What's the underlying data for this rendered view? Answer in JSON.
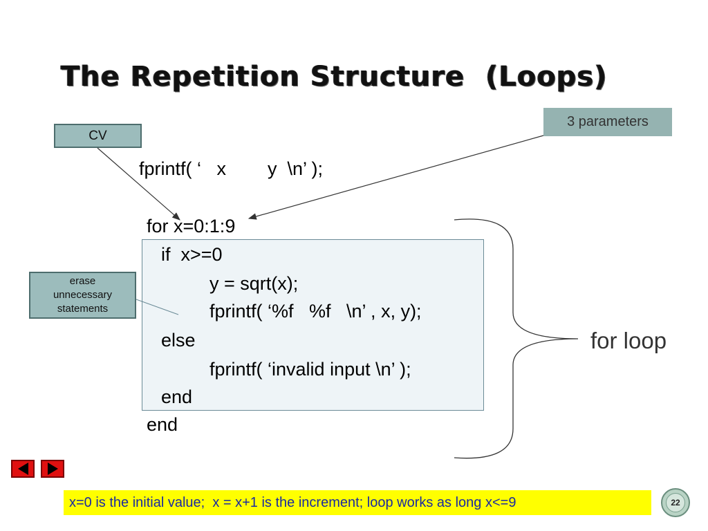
{
  "slide": {
    "title": "The Repetition Structure  (Loops)",
    "page_number": "22"
  },
  "callouts": {
    "cv": "CV",
    "params": "3 parameters",
    "erase_line1": "erase",
    "erase_line2": "unnecessary",
    "erase_line3": "statements"
  },
  "code": {
    "header": "fprintf( ‘   x        y  \\n’ );",
    "for_line": "for x=0:1:9",
    "if_line": "if  x>=0",
    "assign_line": "y = sqrt(x);",
    "fprintf_line": "fprintf( ‘%f   %f   \\n’ , x, y);",
    "else_line": "else",
    "invalid_line": "fprintf( ‘invalid input \\n’ );",
    "end_inner": "end",
    "end_outer": "end"
  },
  "brace_label": "for loop",
  "footer_note": "x=0 is the initial value;  x = x+1 is the increment; loop works as long x<=9",
  "colors": {
    "callout_fill": "#9cbcbc",
    "if_box_fill": "#eef4f7",
    "footer_fill": "#ffff00",
    "footer_text": "#1a2aa0",
    "nav_button": "#e01010"
  },
  "icons": {
    "prev": "left-triangle-icon",
    "next": "right-triangle-icon"
  }
}
